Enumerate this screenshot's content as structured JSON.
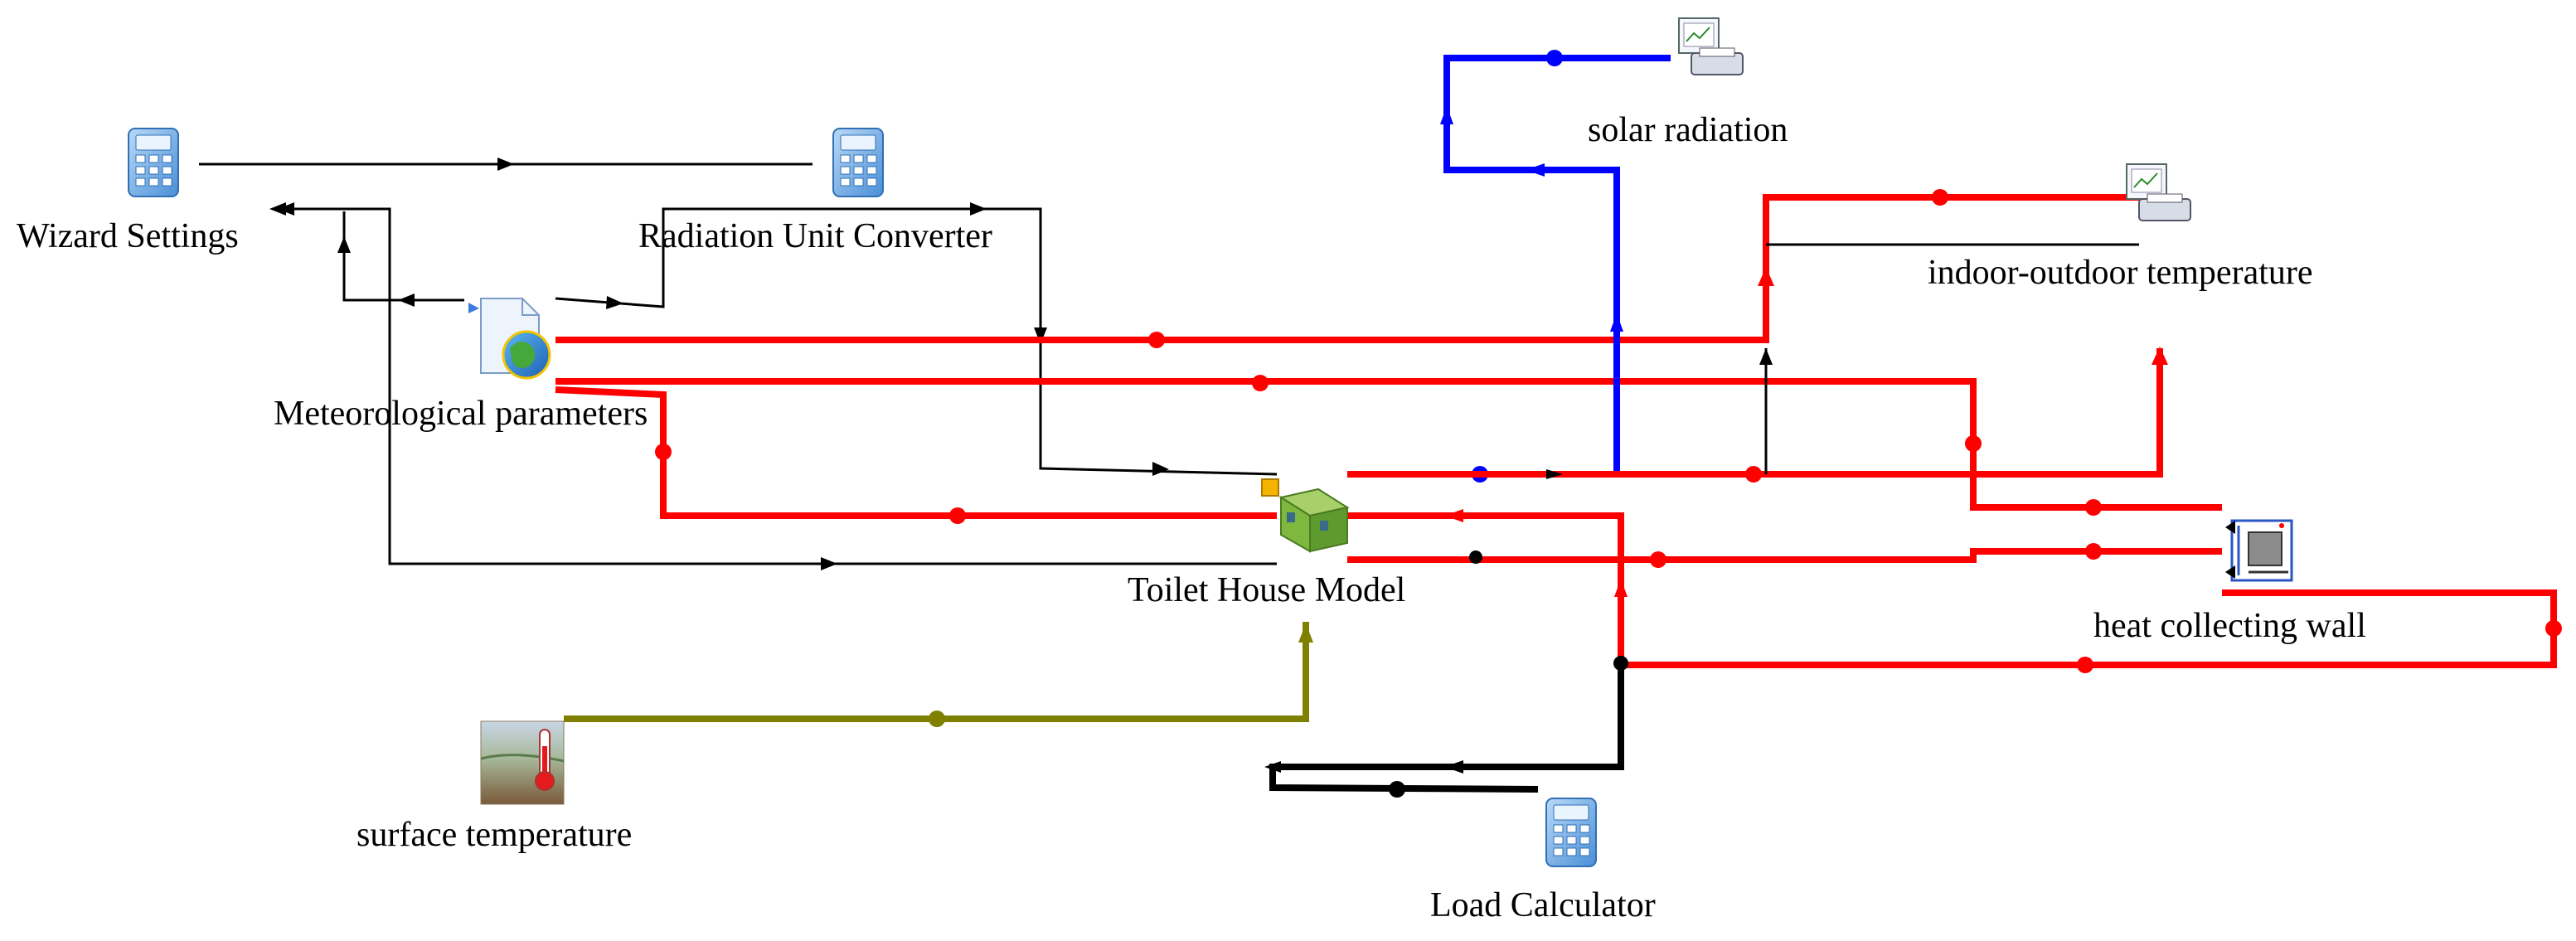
{
  "diagram": {
    "nodes": [
      {
        "id": "wizard_settings",
        "label": "Wizard Settings",
        "icon": "calculator-icon"
      },
      {
        "id": "radiation_unit_converter",
        "label": "Radiation Unit Converter",
        "icon": "calculator-icon"
      },
      {
        "id": "meteorological_parameters",
        "label": "Meteorological parameters",
        "icon": "weather-data-file-icon"
      },
      {
        "id": "solar_radiation",
        "label": "solar radiation",
        "icon": "plotter-printer-icon"
      },
      {
        "id": "indoor_outdoor_temperature",
        "label": "indoor-outdoor temperature",
        "icon": "plotter-printer-icon"
      },
      {
        "id": "toilet_house_model",
        "label": "Toilet House Model",
        "icon": "building-model-icon"
      },
      {
        "id": "heat_collecting_wall",
        "label": "heat collecting wall",
        "icon": "heat-collecting-wall-icon"
      },
      {
        "id": "surface_temperature",
        "label": "surface temperature",
        "icon": "soil-thermometer-icon"
      },
      {
        "id": "load_calculator",
        "label": "Load Calculator",
        "icon": "calculator-icon"
      }
    ],
    "connections": [
      {
        "from": "wizard_settings",
        "to": "radiation_unit_converter",
        "color": "#000000"
      },
      {
        "from": "wizard_settings",
        "to": "toilet_house_model",
        "color": "#000000"
      },
      {
        "from": "meteorological_parameters",
        "to": "wizard_settings",
        "color": "#000000"
      },
      {
        "from": "meteorological_parameters",
        "to": "radiation_unit_converter",
        "color": "#000000"
      },
      {
        "from": "radiation_unit_converter",
        "to": "toilet_house_model",
        "color": "#000000"
      },
      {
        "from": "meteorological_parameters",
        "to": "indoor_outdoor_temperature",
        "color": "#ff0000"
      },
      {
        "from": "meteorological_parameters",
        "to": "heat_collecting_wall",
        "color": "#ff0000"
      },
      {
        "from": "meteorological_parameters",
        "to": "toilet_house_model",
        "color": "#ff0000"
      },
      {
        "from": "toilet_house_model",
        "to": "solar_radiation",
        "color": "#0000ff"
      },
      {
        "from": "toilet_house_model",
        "to": "indoor_outdoor_temperature",
        "color": "#ff0000"
      },
      {
        "from": "toilet_house_model",
        "to": "indoor_outdoor_temperature",
        "color": "#000000"
      },
      {
        "from": "toilet_house_model",
        "to": "heat_collecting_wall",
        "color": "#ff0000"
      },
      {
        "from": "heat_collecting_wall",
        "to": "toilet_house_model",
        "color": "#ff0000"
      },
      {
        "from": "surface_temperature",
        "to": "toilet_house_model",
        "color": "#808000"
      },
      {
        "from": "toilet_house_model",
        "to": "load_calculator",
        "color": "#000000"
      }
    ]
  }
}
